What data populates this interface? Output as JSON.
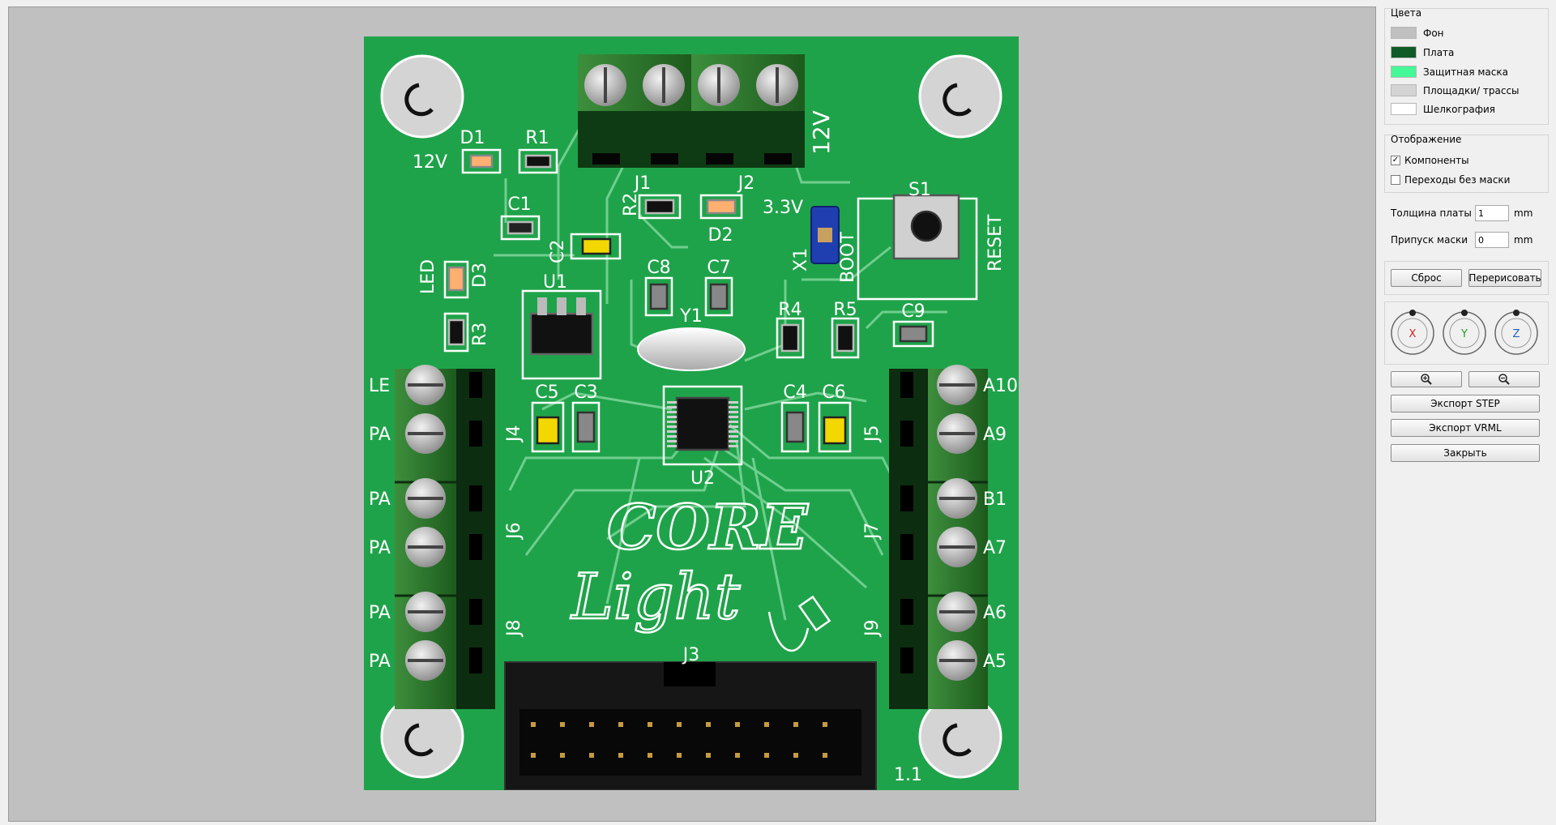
{
  "colors": {
    "title": "Цвета",
    "items": [
      {
        "label": "Фон",
        "hex": "#c0c0c0"
      },
      {
        "label": "Плата",
        "hex": "#0f5a27"
      },
      {
        "label": "Защитная маска",
        "hex": "#44f797"
      },
      {
        "label": "Площадки/ трассы",
        "hex": "#d4d4d4"
      },
      {
        "label": "Шелкография",
        "hex": "#ffffff"
      }
    ]
  },
  "display": {
    "title": "Отображение",
    "components": {
      "label": "Компоненты",
      "checked": true
    },
    "vias": {
      "label": "Переходы без маски",
      "checked": false
    }
  },
  "board_thickness": {
    "label": "Толщина платы",
    "value": "1",
    "unit": "mm"
  },
  "mask_margin": {
    "label": "Припуск маски",
    "value": "0",
    "unit": "mm"
  },
  "buttons": {
    "reset": "Сброс",
    "redraw": "Перерисовать",
    "export_step": "Экспорт STEP",
    "export_vrml": "Экспорт VRML",
    "close": "Закрыть"
  },
  "rotation": {
    "x": "X",
    "y": "Y",
    "z": "Z",
    "x_color": "#d02020",
    "y_color": "#20a020",
    "z_color": "#2060c0"
  },
  "icons": {
    "zoom_in": "zoom-in-icon",
    "zoom_out": "zoom-out-icon"
  },
  "pcb": {
    "mask_color": "#1fa34a",
    "silk_color": "#ffffff",
    "refs": {
      "d1": "D1",
      "r1": "R1",
      "c1": "C1",
      "c2": "C2",
      "u1": "U1",
      "d3": "D3",
      "r3": "R3",
      "j1": "J1",
      "j2": "J2",
      "r2": "R2",
      "d2": "D2",
      "c8": "C8",
      "c7": "C7",
      "y1": "Y1",
      "x1": "X1",
      "s1": "S1",
      "r4": "R4",
      "r5": "R5",
      "c9": "C9",
      "c5": "C5",
      "c3": "C3",
      "c4": "C4",
      "c6": "C6",
      "u2": "U2",
      "j4": "J4",
      "j5": "J5",
      "j6": "J6",
      "j7": "J7",
      "j8": "J8",
      "j9": "J9",
      "j3": "J3"
    },
    "labels": {
      "v12_left": "12V",
      "v12_top": "12V",
      "v33": "3.3V",
      "led": "LED",
      "boot": "BOOT",
      "reset": "RESET",
      "left_pins": [
        "LE",
        "PA",
        "PA",
        "PA",
        "PA",
        "PA"
      ],
      "right_pins": [
        "A10",
        "A9",
        "B1",
        "A7",
        "A6",
        "A5"
      ],
      "logo_top": "CORE",
      "logo_bottom": "Light",
      "version": "1.1"
    }
  }
}
